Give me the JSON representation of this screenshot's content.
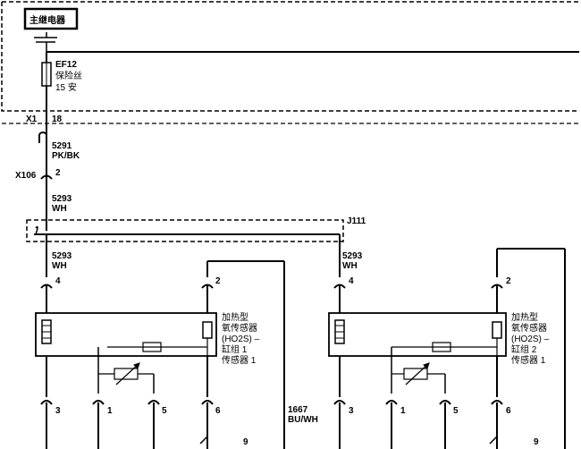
{
  "relay_box": {
    "title": "主继电器"
  },
  "fuse": {
    "id": "EF12",
    "name": "保险丝",
    "rating": "15 安"
  },
  "connectors": {
    "x1": "X1",
    "x1_pin": "18",
    "x106": "X106",
    "x106_pin": "2",
    "splice": "J111"
  },
  "wires": {
    "w5291_num": "5291",
    "w5291_color": "PK/BK",
    "w5293_num": "5293",
    "w5293_color": "WH",
    "w1667_num": "1667",
    "w1667_color": "BU/WH"
  },
  "sensor1": {
    "pin_top_left": "4",
    "pin_top_right": "2",
    "pin_b1": "3",
    "pin_b2": "1",
    "pin_b3": "5",
    "pin_b4": "6",
    "line1": "加热型",
    "line2": "氧传感器",
    "line3": "(HO2S)  –",
    "line4": "缸组  1",
    "line5": "传感器  1",
    "bottom": "9"
  },
  "sensor2": {
    "pin_top_left": "4",
    "pin_top_right": "2",
    "pin_b1": "3",
    "pin_b2": "1",
    "pin_b3": "5",
    "pin_b4": "6",
    "line1": "加热型",
    "line2": "氧传感器",
    "line3": "(HO2S)  –",
    "line4": "缸组  2",
    "line5": "传感器  1",
    "bottom": "9"
  }
}
